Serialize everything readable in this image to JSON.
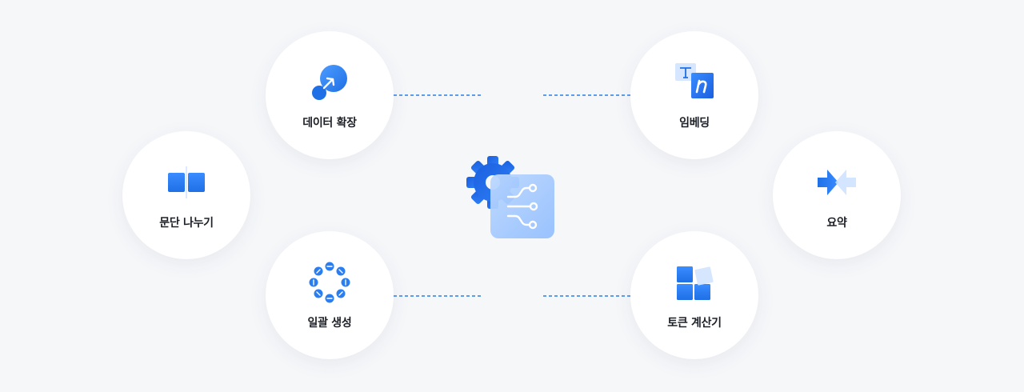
{
  "nodes": {
    "data_expansion": {
      "label": "데이터 확장",
      "icon": "expand-arrow-icon"
    },
    "paragraph_split": {
      "label": "문단 나누기",
      "icon": "split-panel-icon"
    },
    "batch_generation": {
      "label": "일괄 생성",
      "icon": "circle-ring-icon"
    },
    "embedding": {
      "label": "임베딩",
      "icon": "text-transform-icon"
    },
    "summary": {
      "label": "요약",
      "icon": "merge-arrows-icon"
    },
    "token_calculator": {
      "label": "토큰 계산기",
      "icon": "grid-blocks-icon"
    }
  },
  "hub": {
    "icons": [
      "gear-icon",
      "circuit-icon"
    ]
  },
  "colors": {
    "accent": "#1f6fe6",
    "accent_light": "#5ea8ff",
    "connector": "#2a7ee8",
    "background": "#f6f7f9"
  }
}
